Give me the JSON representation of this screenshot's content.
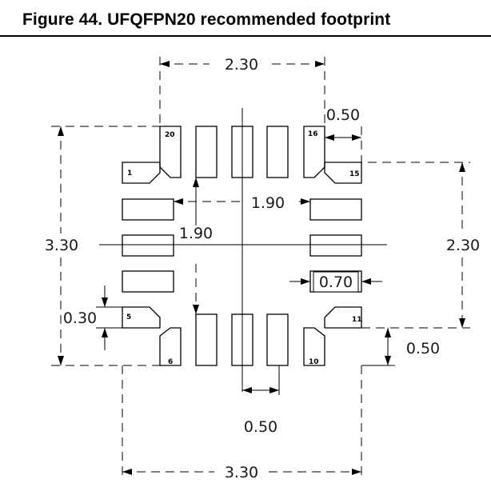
{
  "figure": {
    "title": "Figure 44. UFQFPN20 recommended footprint"
  },
  "dimensions": {
    "top_width": "2.30",
    "corner_pitch": "0.50",
    "inner_x": "1.90",
    "inner_y": "1.90",
    "outer_height": "3.30",
    "right_height": "2.30",
    "pad_length": "0.70",
    "pad_width": "0.30",
    "right_pitch": "0.50",
    "bottom_pitch": "0.50",
    "bottom_width": "3.30"
  },
  "pins": {
    "p20": "20",
    "p1": "1",
    "p16": "16",
    "p15": "15",
    "p5": "5",
    "p6": "6",
    "p10": "10",
    "p11": "11"
  }
}
